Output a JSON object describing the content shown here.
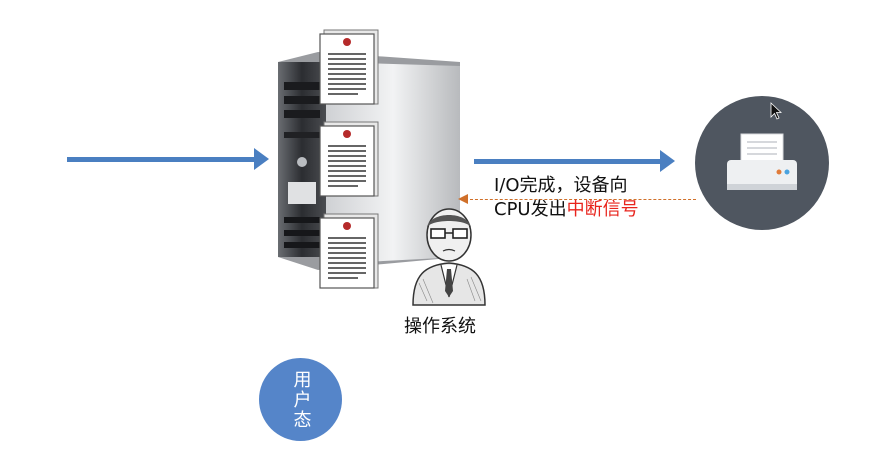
{
  "message": {
    "line1": "I/O完成，设备向",
    "line2_prefix": "CPU发出",
    "line2_highlight": "中断信号"
  },
  "os_label": "操作系统",
  "user_mode_label": "用户态",
  "colors": {
    "arrow_blue": "#4a7fc1",
    "interrupt_red": "#e8241d",
    "dashed_orange": "#d0702a",
    "user_circle": "#5585c9",
    "printer_bg": "#4f5660"
  },
  "icons": [
    "server-icon",
    "document-icon",
    "person-icon",
    "printer-icon",
    "cursor-icon"
  ]
}
